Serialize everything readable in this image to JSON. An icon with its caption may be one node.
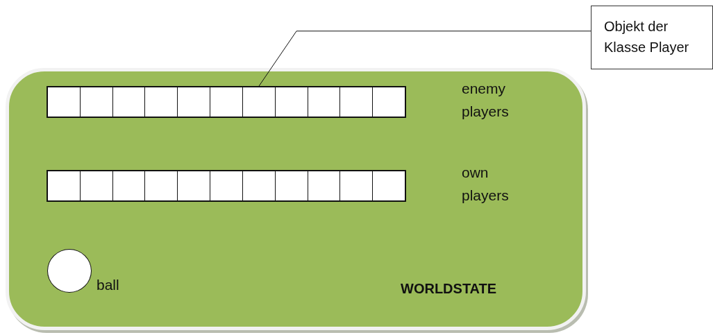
{
  "diagram": {
    "nodes": [
      {
        "text": [
          "Objekt der Klasse Player"
        ]
      },
      {
        "text": [
          "WORLDSTATE"
        ]
      },
      {
        "text": [],
        "shape": "box",
        "in": 1,
        "beside": [
          "enemy players"
        ]
      },
      {
        "text": [],
        "shape": "box",
        "in": 2
      },
      {
        "text": [],
        "shape": "box",
        "in": 2
      },
      {
        "text": [],
        "shape": "box",
        "in": 2
      },
      {
        "text": [],
        "shape": "box",
        "in": 2
      },
      {
        "text": [],
        "shape": "box",
        "in": 2
      },
      {
        "text": [],
        "shape": "box",
        "in": 2
      },
      {
        "text": [],
        "shape": "box",
        "in": 2
      },
      {
        "text": [],
        "shape": "box",
        "in": 2
      },
      {
        "text": [],
        "shape": "box",
        "in": 2
      },
      {
        "text": [],
        "shape": "box",
        "in": 2
      },
      {
        "text": [],
        "shape": "box",
        "in": 2
      },
      {
        "text": [],
        "shape": "box",
        "in": 1,
        "beside": [
          "own players"
        ]
      },
      {
        "text": [],
        "shape": "box",
        "in": 14
      },
      {
        "text": [],
        "shape": "box",
        "in": 14
      },
      {
        "text": [],
        "shape": "box",
        "in": 14
      },
      {
        "text": [],
        "shape": "box",
        "in": 14
      },
      {
        "text": [],
        "shape": "box",
        "in": 14
      },
      {
        "text": [],
        "shape": "box",
        "in": 14
      },
      {
        "text": [],
        "shape": "box",
        "in": 14
      },
      {
        "text": [],
        "shape": "box",
        "in": 14
      },
      {
        "text": [],
        "shape": "box",
        "in": 14
      },
      {
        "text": [],
        "shape": "box",
        "in": 14
      },
      {
        "text": [],
        "shape": "box",
        "in": 14
      },
      {
        "text": [],
        "shape": "circle",
        "in": 1,
        "beside": [
          "ball"
        ]
      }
    ],
    "edges": [
      {
        "from": 0,
        "to": 9,
        "arrow": "none"
      }
    ]
  }
}
